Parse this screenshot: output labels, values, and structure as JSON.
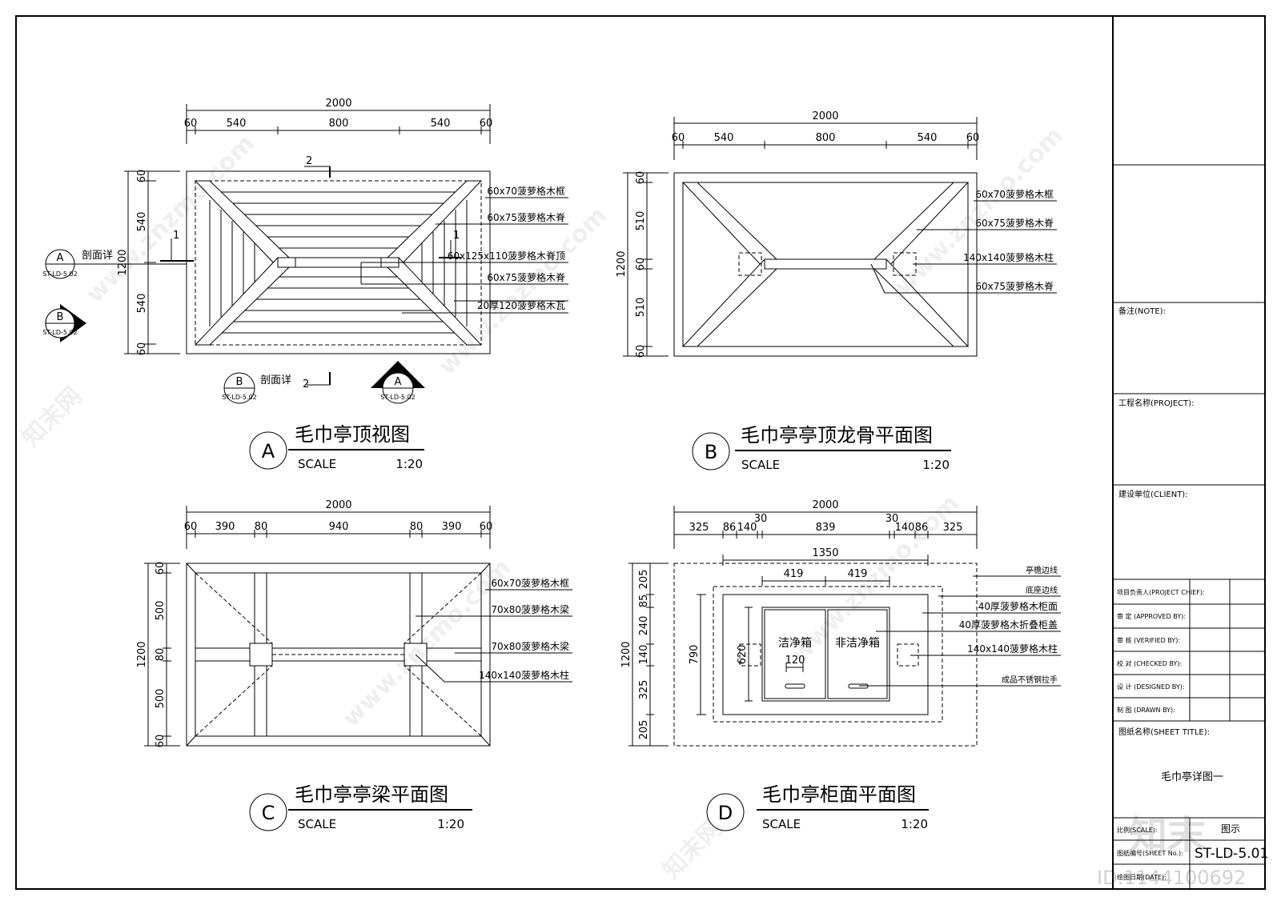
{
  "drawings": {
    "A": {
      "marker": "A",
      "title": "毛巾亭顶视图",
      "scale_label": "SCALE",
      "scale_value": "1:20",
      "top_total": "2000",
      "top_dims": [
        "60",
        "540",
        "800",
        "540",
        "60"
      ],
      "left_total": "1200",
      "left_dims": [
        "60",
        "540",
        "",
        "540",
        "60"
      ],
      "labels": [
        "60x70菠萝格木框",
        "60x75菠萝格木脊",
        "60x125x110菠萝格木脊顶",
        "60x75菠萝格木脊",
        "20厚120菠萝格木瓦"
      ],
      "section_ref_1": "1",
      "section_ref_2": "2",
      "detail_text": "剖面详",
      "ref_a_letter": "A",
      "ref_a_code": "ST-LD-5.02",
      "ref_b_letter": "B",
      "ref_b_code": "ST-LD-5.02"
    },
    "B": {
      "marker": "B",
      "title": "毛巾亭亭顶龙骨平面图",
      "scale_label": "SCALE",
      "scale_value": "1:20",
      "top_total": "2000",
      "top_dims": [
        "60",
        "540",
        "800",
        "540",
        "60"
      ],
      "left_dims": [
        "60",
        "510",
        "60",
        "510",
        "60"
      ],
      "left_total": "1200",
      "labels": [
        "60x70菠萝格木框",
        "60x75菠萝格木脊",
        "140x140菠萝格木柱",
        "60x75菠萝格木脊"
      ]
    },
    "C": {
      "marker": "C",
      "title": "毛巾亭亭梁平面图",
      "scale_label": "SCALE",
      "scale_value": "1:20",
      "top_total": "2000",
      "top_dims": [
        "60",
        "390",
        "80",
        "940",
        "80",
        "390",
        "60"
      ],
      "left_dims": [
        "60",
        "500",
        "80",
        "500",
        "60"
      ],
      "left_total": "1200",
      "labels": [
        "60x70菠萝格木框",
        "70x80菠萝格木梁",
        "70x80菠萝格木梁",
        "140x140菠萝格木柱"
      ]
    },
    "D": {
      "marker": "D",
      "title": "毛巾亭柜面平面图",
      "scale_label": "SCALE",
      "scale_value": "1:20",
      "top_total": "2000",
      "top_dims": [
        "325",
        "86",
        "140",
        "30",
        "839",
        "30",
        "140",
        "86",
        "325"
      ],
      "mid_dim": "1350",
      "inner_dims": [
        "419",
        "419"
      ],
      "left_dims": [
        "205",
        "85",
        "240",
        "140",
        "325",
        "205"
      ],
      "left_total": "1200",
      "inner_left": "790",
      "inner_left2": "620",
      "small_dim": "120",
      "box_left": "洁净箱",
      "box_right": "非洁净箱",
      "labels": [
        "亭檐边线",
        "底座边线",
        "40厚菠萝格木柜面",
        "40厚菠萝格木折叠柜盖",
        "140x140菠萝格木柱",
        "成品不锈钢拉手"
      ]
    }
  },
  "title_block": {
    "note": "备注(NOTE):",
    "project": "工程名称(PROJECT):",
    "client": "建设单位(CLIENT):",
    "rows": [
      "项目负责人(PROJECT CHIEF):",
      "审 定 (APPROVED BY):",
      "审 核 (VERIFIED BY):",
      "校 对 (CHECKED BY):",
      "设 计 (DESIGNED BY):",
      "制 图 (DRAWN BY):"
    ],
    "sheet_title_label": "图纸名称(SHEET TITLE):",
    "sheet_title": "毛巾亭详图一",
    "scale_label": "比例(SCALE):",
    "scale_value": "图示",
    "sheet_no_label": "图纸编号(SHEET No.):",
    "sheet_no": "ST-LD-5.01",
    "date_label": "绘图日期(DATE):"
  },
  "watermark": {
    "logo": "知末",
    "site": "www.znzmo.com",
    "brand": "知末网",
    "id": "ID:1144100692"
  }
}
